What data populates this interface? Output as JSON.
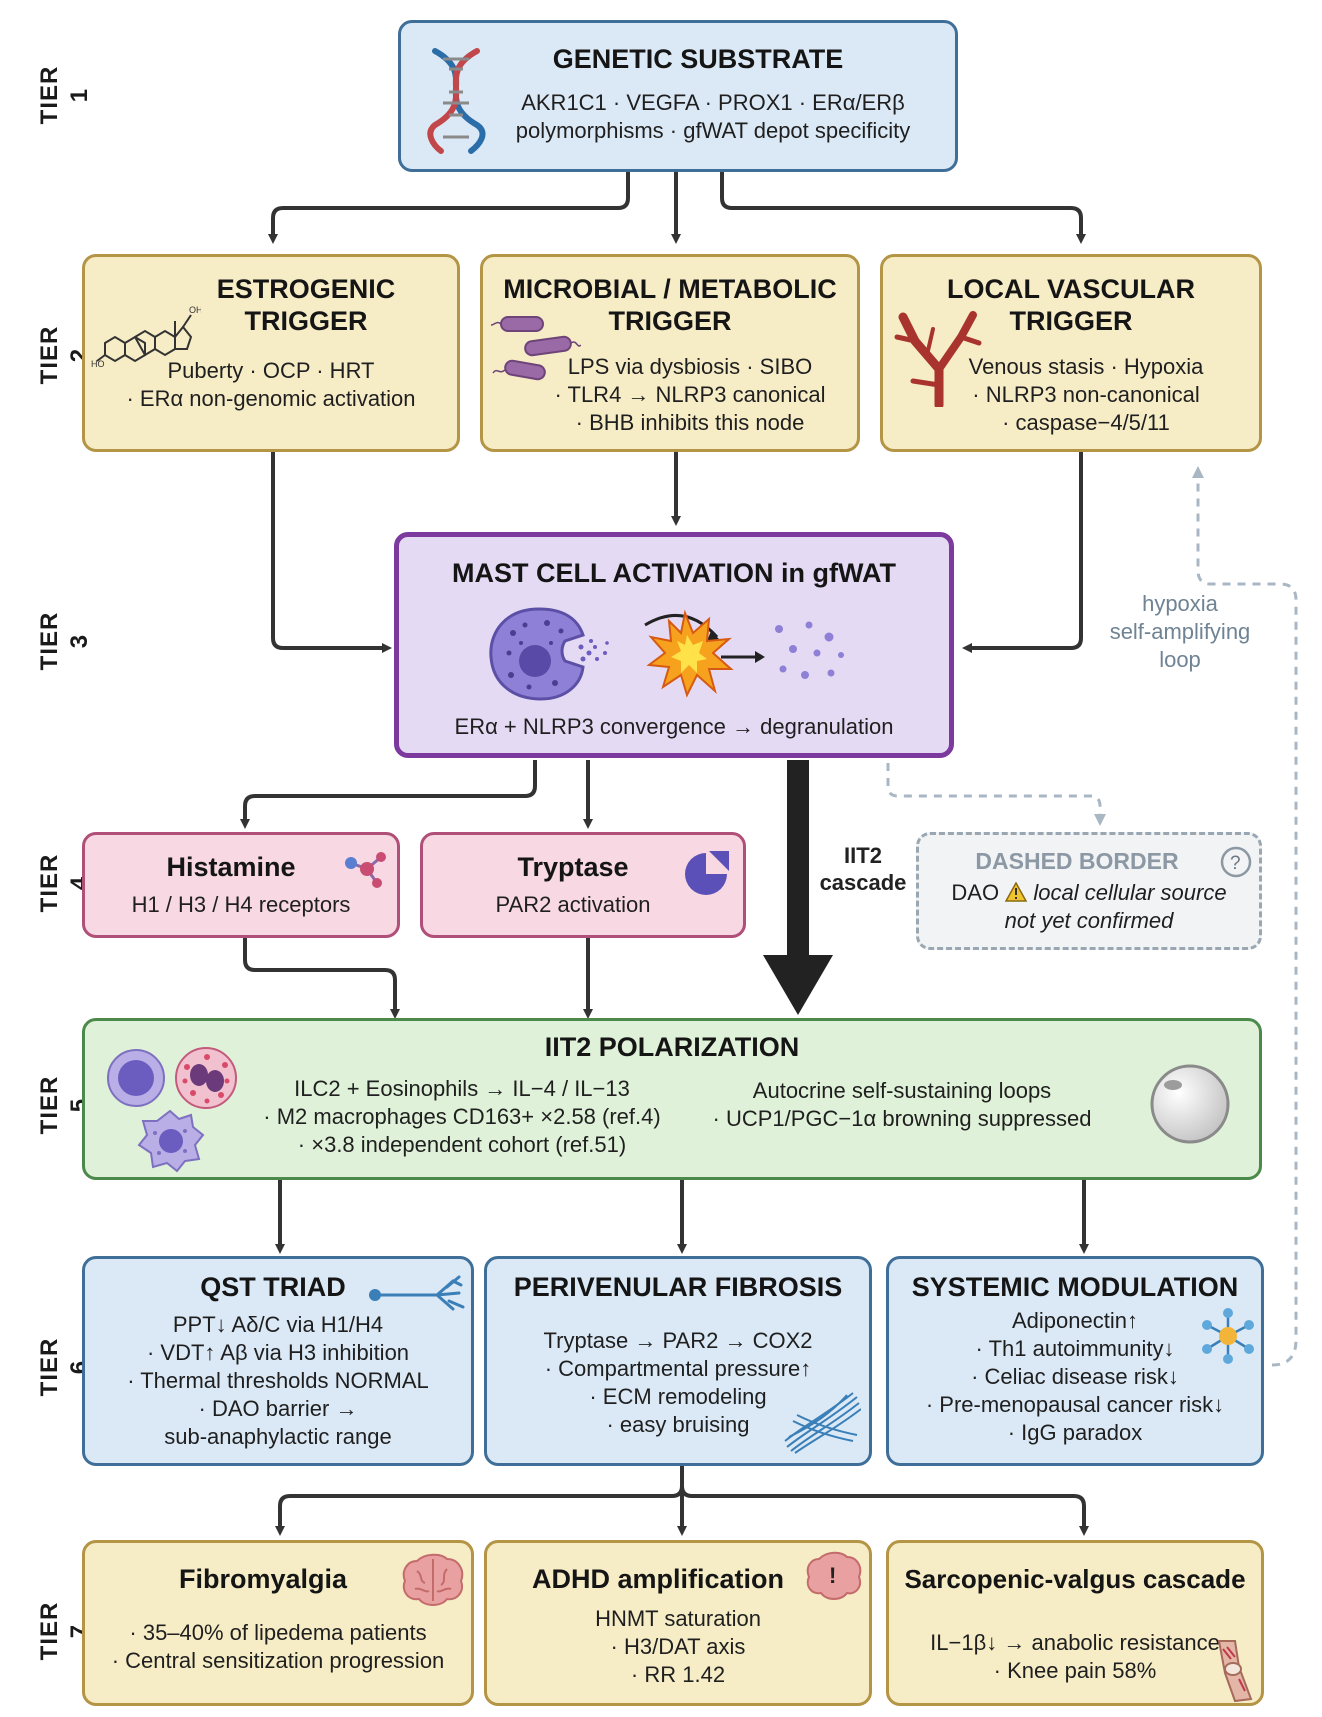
{
  "tiers": [
    "TIER 1",
    "TIER 2",
    "TIER 3",
    "TIER 4",
    "TIER 5",
    "TIER 6",
    "TIER 7"
  ],
  "tier1": {
    "title": "GENETIC SUBSTRATE",
    "lines": [
      "AKR1C1 · VEGFA · PROX1 · ERα/ERβ",
      "polymorphisms · gfWAT depot specificity"
    ]
  },
  "tier2": {
    "estrogenic": {
      "title": [
        "ESTROGENIC",
        "TRIGGER"
      ],
      "lines": [
        "Puberty · OCP · HRT",
        "· ERα non-genomic activation"
      ]
    },
    "microbial": {
      "title": [
        "MICROBIAL / METABOLIC",
        "TRIGGER"
      ],
      "lines": [
        "LPS via dysbiosis · SIBO",
        "· TLR4 → NLRP3 canonical",
        "· BHB inhibits this node"
      ]
    },
    "vascular": {
      "title": [
        "LOCAL VASCULAR",
        "TRIGGER"
      ],
      "lines": [
        "Venous stasis · Hypoxia",
        "· NLRP3 non-canonical",
        "· caspase−4/5/11"
      ]
    }
  },
  "tier3": {
    "title": "MAST CELL ACTIVATION in gfWAT",
    "caption": "ERα + NLRP3 convergence → degranulation"
  },
  "loop_label": [
    "hypoxia",
    "self-amplifying",
    "loop"
  ],
  "tier4": {
    "histamine": {
      "title": "Histamine",
      "lines": [
        "H1 / H3 / H4 receptors"
      ]
    },
    "tryptase": {
      "title": "Tryptase",
      "lines": [
        "PAR2 activation"
      ]
    },
    "iit2_label": [
      "IIT2",
      "cascade"
    ],
    "dao": {
      "title": "DASHED BORDER",
      "prefix": "DAO",
      "warning_line1": "local cellular source",
      "warning_line2": "not yet confirmed"
    }
  },
  "tier5": {
    "title": "IIT2 POLARIZATION",
    "left_lines": [
      "ILC2 + Eosinophils → IL−4 / IL−13",
      "· M2 macrophages CD163+ ×2.58 (ref.4)",
      "· ×3.8 independent cohort (ref.51)"
    ],
    "right_lines": [
      "Autocrine self-sustaining loops",
      "· UCP1/PGC−1α browning suppressed"
    ]
  },
  "tier6": {
    "qst": {
      "title": "QST TRIAD",
      "lines": [
        "PPT↓ Aδ/C via H1/H4",
        "· VDT↑ Aβ via H3 inhibition",
        "· Thermal thresholds NORMAL",
        "· DAO barrier →",
        "sub-anaphylactic range"
      ]
    },
    "fibrosis": {
      "title": "PERIVENULAR FIBROSIS",
      "lines": [
        "Tryptase → PAR2 → COX2",
        "· Compartmental pressure↑",
        "· ECM remodeling",
        "· easy bruising"
      ]
    },
    "systemic": {
      "title": "SYSTEMIC MODULATION",
      "lines": [
        "Adiponectin↑",
        "· Th1 autoimmunity↓",
        "· Celiac disease risk↓",
        "· Pre-menopausal cancer risk↓",
        "· IgG paradox"
      ]
    }
  },
  "tier7": {
    "fibro": {
      "title": "Fibromyalgia",
      "lines": [
        "· 35–40% of lipedema patients",
        "· Central sensitization progression"
      ]
    },
    "adhd": {
      "title": "ADHD amplification",
      "lines": [
        "HNMT saturation",
        "· H3/DAT axis",
        "· RR 1.42"
      ]
    },
    "sarco": {
      "title": "Sarcopenic-valgus cascade",
      "lines": [
        "IL−1β↓ → anabolic resistance",
        "· Knee pain 58%"
      ]
    }
  },
  "icons": [
    "dna-icon",
    "steroid-molecule-icon",
    "bacteria-icon",
    "blood-vessel-icon",
    "mast-cell-icon",
    "explosion-icon",
    "granules-icon",
    "histamine-molecule-icon",
    "tryptase-enzyme-icon",
    "question-icon",
    "warning-icon",
    "lymphocyte-icon",
    "eosinophil-icon",
    "macrophage-icon",
    "adipocyte-icon",
    "neuron-icon",
    "collagen-fibers-icon",
    "network-molecule-icon",
    "brain-icon",
    "brain-alert-icon",
    "knee-icon"
  ],
  "colors": {
    "blue_fill": "#dbe9f6",
    "yellow_fill": "#f6ecc6",
    "purple_border": "#7c3a9e",
    "pink_fill": "#f7d8e3",
    "green_fill": "#dff1d8",
    "arrow": "#333333",
    "loop": "#9aa7b2"
  }
}
